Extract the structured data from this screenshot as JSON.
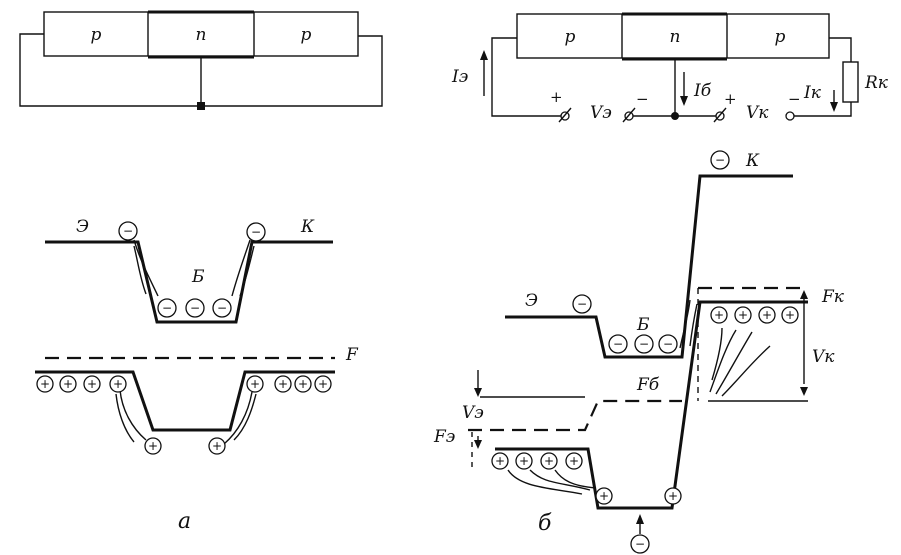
{
  "top_left": {
    "regions": [
      "p",
      "n",
      "p"
    ]
  },
  "top_right": {
    "regions": [
      "p",
      "n",
      "p"
    ],
    "emitter_current": "Iэ",
    "base_current": "Iб",
    "collector_current": "Iк",
    "emitter_voltage": "Vэ",
    "collector_voltage": "Vк",
    "resistor": "Rк",
    "plus": "+",
    "minus": "−"
  },
  "band_a": {
    "emitter": "Э",
    "base": "Б",
    "collector": "К",
    "fermi": "F",
    "caption": "а"
  },
  "band_b": {
    "emitter": "Э",
    "base": "Б",
    "collector": "К",
    "fermi_collector": "Fк",
    "fermi_base": "Fб",
    "fermi_emitter": "Fэ",
    "emitter_voltage": "Vэ",
    "collector_voltage": "Vк",
    "caption": "б"
  },
  "carriers": {
    "electron": "−",
    "hole": "+"
  }
}
